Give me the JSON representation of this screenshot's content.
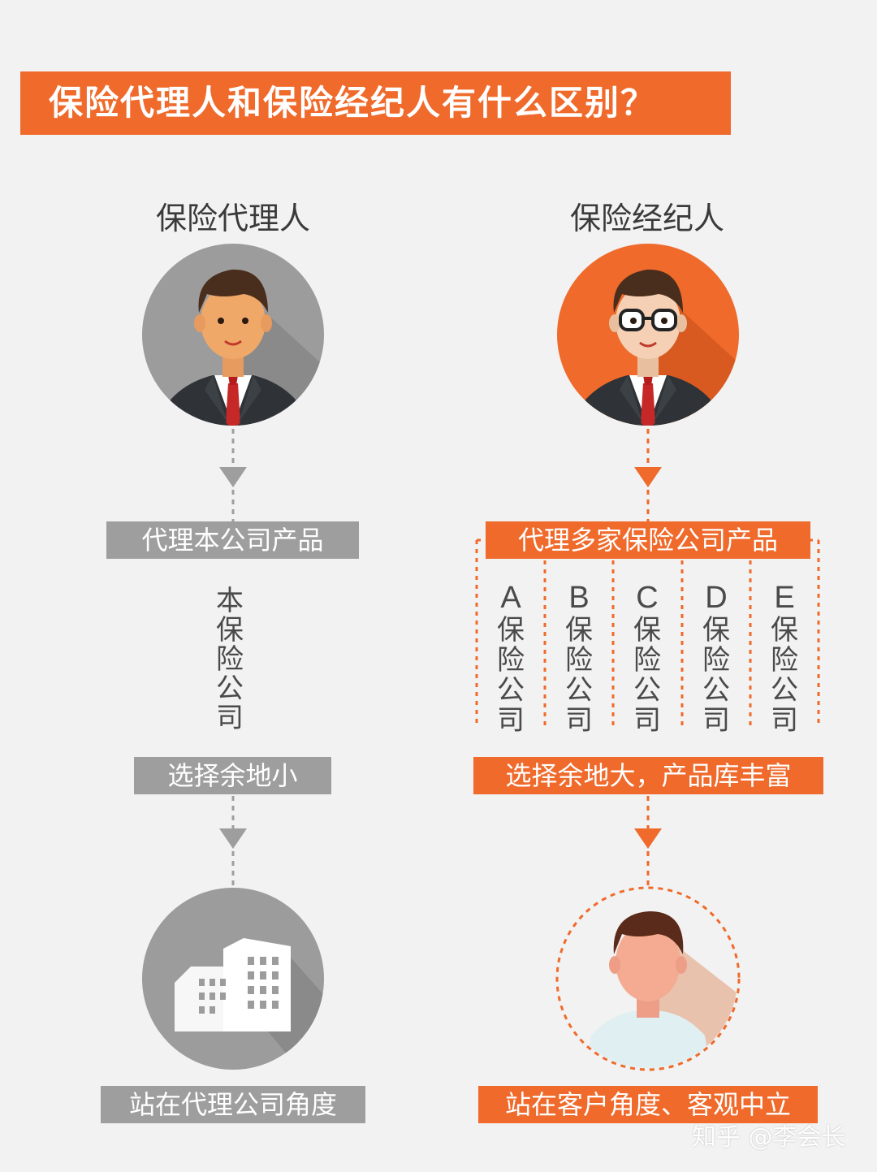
{
  "title": "保险代理人和保险经纪人有什么区别？",
  "left": {
    "heading": "保险代理人",
    "product_box": "代理本公司产品",
    "company_vertical": "本保险公司",
    "choice_box": "选择余地小",
    "stance_box": "站在代理公司角度",
    "avatar_icon": "agent-avatar-icon",
    "building_icon": "building-icon"
  },
  "right": {
    "heading": "保险经纪人",
    "product_box": "代理多家保险公司产品",
    "companies": [
      {
        "letter": "A",
        "suffix": "保险公司"
      },
      {
        "letter": "B",
        "suffix": "保险公司"
      },
      {
        "letter": "C",
        "suffix": "保险公司"
      },
      {
        "letter": "D",
        "suffix": "保险公司"
      },
      {
        "letter": "E",
        "suffix": "保险公司"
      }
    ],
    "choice_box": "选择余地大，产品库丰富",
    "stance_box": "站在客户角度、客观中立",
    "avatar_icon": "broker-avatar-icon",
    "client_icon": "client-avatar-icon"
  },
  "watermark": "知乎 @李会长",
  "colors": {
    "accent": "#ef6a2b",
    "gray": "#9e9e9e",
    "background": "#f2f2f2"
  }
}
